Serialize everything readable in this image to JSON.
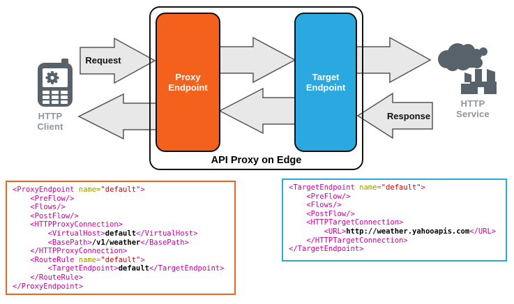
{
  "diagram": {
    "labels": {
      "container": "API Proxy on Edge",
      "proxy_endpoint": "Proxy Endpoint",
      "target_endpoint": "Target Endpoint",
      "request": "Request",
      "response": "Response",
      "http_client": "HTTP Client",
      "http_service": "HTTP Service"
    },
    "colors": {
      "proxy_endpoint": "#F4611D",
      "target_endpoint": "#29A9DF",
      "arrow_fill": "#E8E8E8",
      "arrow_stroke": "#555555",
      "box_stroke": "#111111",
      "icon_gray": "#58626B",
      "label_gray": "#8D969C"
    }
  },
  "syntax_colors": {
    "tag": "#CC0099",
    "attr": "#999900",
    "val": "#CC0000",
    "text": "#000000"
  },
  "code_blocks": [
    {
      "name": "proxy-endpoint-xml",
      "border_color": "#F4611D",
      "lines": [
        [
          {
            "c": "tag",
            "t": "<ProxyEndpoint "
          },
          {
            "c": "attr",
            "t": "name="
          },
          {
            "c": "val",
            "t": "\"default\""
          },
          {
            "c": "tag",
            "t": ">"
          }
        ],
        [
          {
            "c": "tag",
            "t": "    <PreFlow/>"
          }
        ],
        [
          {
            "c": "tag",
            "t": "    <Flows/>"
          }
        ],
        [
          {
            "c": "tag",
            "t": "    <PostFlow/>"
          }
        ],
        [
          {
            "c": "tag",
            "t": "    <HTTPProxyConnection>"
          }
        ],
        [
          {
            "c": "tag",
            "t": "        <VirtualHost>"
          },
          {
            "c": "text",
            "t": "default"
          },
          {
            "c": "tag",
            "t": "</VirtualHost>"
          }
        ],
        [
          {
            "c": "tag",
            "t": "        <BasePath>"
          },
          {
            "c": "text",
            "t": "/v1/weather"
          },
          {
            "c": "tag",
            "t": "</BasePath>"
          }
        ],
        [
          {
            "c": "tag",
            "t": "    </HTTPProxyConnection>"
          }
        ],
        [
          {
            "c": "tag",
            "t": "    <RouteRule "
          },
          {
            "c": "attr",
            "t": "name="
          },
          {
            "c": "val",
            "t": "\"default\""
          },
          {
            "c": "tag",
            "t": ">"
          }
        ],
        [
          {
            "c": "tag",
            "t": "        <TargetEndpoint>"
          },
          {
            "c": "text",
            "t": "default"
          },
          {
            "c": "tag",
            "t": "</TargetEndpoint>"
          }
        ],
        [
          {
            "c": "tag",
            "t": "    </RouteRule>"
          }
        ],
        [
          {
            "c": "tag",
            "t": "</ProxyEndpoint>"
          }
        ]
      ]
    },
    {
      "name": "target-endpoint-xml",
      "border_color": "#29A9DF",
      "lines": [
        [
          {
            "c": "tag",
            "t": "<TargetEndpoint "
          },
          {
            "c": "attr",
            "t": "name="
          },
          {
            "c": "val",
            "t": "\"default\""
          },
          {
            "c": "tag",
            "t": ">"
          }
        ],
        [
          {
            "c": "tag",
            "t": "    <PreFlow/>"
          }
        ],
        [
          {
            "c": "tag",
            "t": "    <Flows/>"
          }
        ],
        [
          {
            "c": "tag",
            "t": "    <PostFlow/>"
          }
        ],
        [
          {
            "c": "tag",
            "t": "    <HTTPTargetConnection>"
          }
        ],
        [
          {
            "c": "tag",
            "t": "        <URL>"
          },
          {
            "c": "text",
            "t": "http://weather.yahooapis.com"
          },
          {
            "c": "tag",
            "t": "</URL>"
          }
        ],
        [
          {
            "c": "tag",
            "t": "    </HTTPTargetConnection>"
          }
        ],
        [
          {
            "c": "tag",
            "t": "</TargetEndpoint>"
          }
        ]
      ]
    }
  ]
}
